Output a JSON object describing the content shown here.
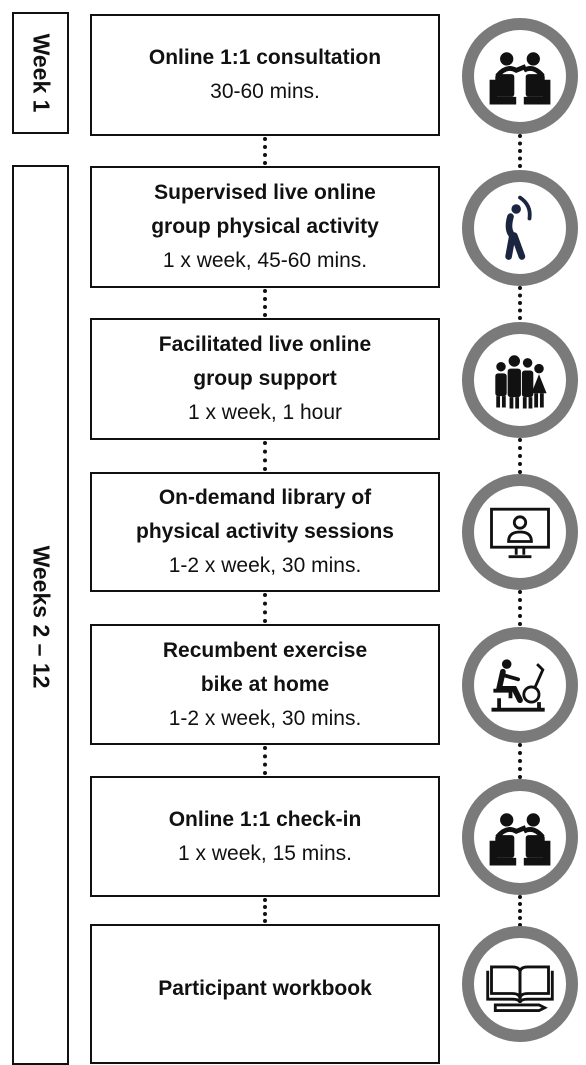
{
  "periods": [
    {
      "label": "Week 1"
    },
    {
      "label": "Weeks 2 – 12"
    }
  ],
  "steps": [
    {
      "title": "Online 1:1 consultation",
      "detail": "30-60 mins.",
      "icon": "consultation-icon"
    },
    {
      "title": "Supervised live online group physical activity",
      "detail": "1 x week, 45-60 mins.",
      "icon": "stretching-person-icon"
    },
    {
      "title": "Facilitated live online group support",
      "detail": "1 x week, 1 hour",
      "icon": "group-people-icon"
    },
    {
      "title": "On-demand library of physical activity sessions",
      "detail": "1-2 x week, 30 mins.",
      "icon": "video-screen-icon"
    },
    {
      "title": "Recumbent exercise bike at home",
      "detail": "1-2 x week, 30 mins.",
      "icon": "exercise-bike-icon"
    },
    {
      "title": "Online 1:1 check-in",
      "detail": "1 x week, 15 mins.",
      "icon": "consultation-icon"
    },
    {
      "title": "Participant workbook",
      "detail": "",
      "icon": "workbook-icon"
    }
  ],
  "colors": {
    "ring": "#7a7a7a",
    "ink": "#111111"
  }
}
